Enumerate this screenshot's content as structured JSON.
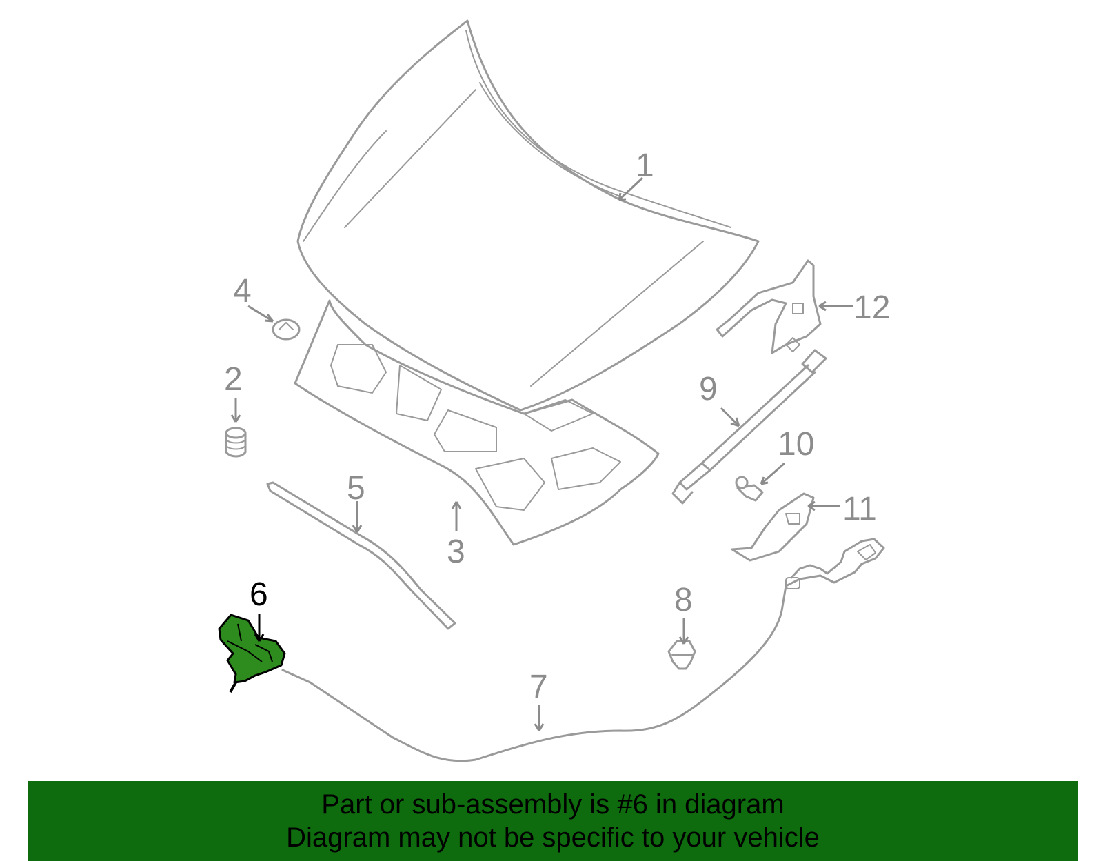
{
  "diagram": {
    "highlight_color": "#2e8b1e",
    "line_color": "#9a9a9a",
    "callouts": [
      {
        "id": "1",
        "label": "1"
      },
      {
        "id": "2",
        "label": "2"
      },
      {
        "id": "3",
        "label": "3"
      },
      {
        "id": "4",
        "label": "4"
      },
      {
        "id": "5",
        "label": "5"
      },
      {
        "id": "6",
        "label": "6",
        "highlighted": true
      },
      {
        "id": "7",
        "label": "7"
      },
      {
        "id": "8",
        "label": "8"
      },
      {
        "id": "9",
        "label": "9"
      },
      {
        "id": "10",
        "label": "10"
      },
      {
        "id": "11",
        "label": "11"
      },
      {
        "id": "12",
        "label": "12"
      }
    ]
  },
  "footer": {
    "background": "#0e6b0e",
    "line1": "Part or sub-assembly is #6 in diagram",
    "line2": "Diagram may not be specific to your vehicle"
  }
}
